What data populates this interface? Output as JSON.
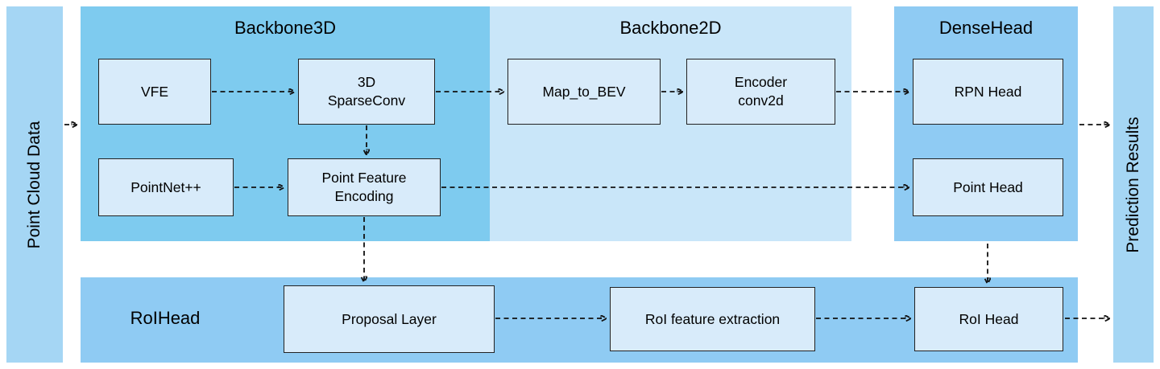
{
  "colors": {
    "page_bg": "#FFFFFF",
    "sidebar_bg": "#A5D6F4",
    "backbone3d_bg": "#7ECBEF",
    "backbone2d_bg": "#C9E6F9",
    "densehead_bg": "#8FCBF3",
    "roihead_bg": "#8FCBF3",
    "node_bg": "#D8EBFA",
    "node_border": "#222222",
    "arrow": "#111111",
    "text": "#000000"
  },
  "sidebars": {
    "left": "Point Cloud Data",
    "right": "Prediction Results"
  },
  "panels": {
    "backbone3d": "Backbone3D",
    "backbone2d": "Backbone2D",
    "densehead": "DenseHead",
    "roihead": "RoIHead"
  },
  "nodes": {
    "vfe": "VFE",
    "sparse_conv": "3D\nSparseConv",
    "map_to_bev": "Map_to_BEV",
    "encoder_conv2d": "Encoder\nconv2d",
    "rpn_head": "RPN Head",
    "pointnet": "PointNet++",
    "point_feature_encoding": "Point Feature\nEncoding",
    "point_head": "Point Head",
    "proposal_layer": "Proposal Layer",
    "roi_feature_extraction": "RoI feature extraction",
    "roi_head": "RoI Head"
  }
}
